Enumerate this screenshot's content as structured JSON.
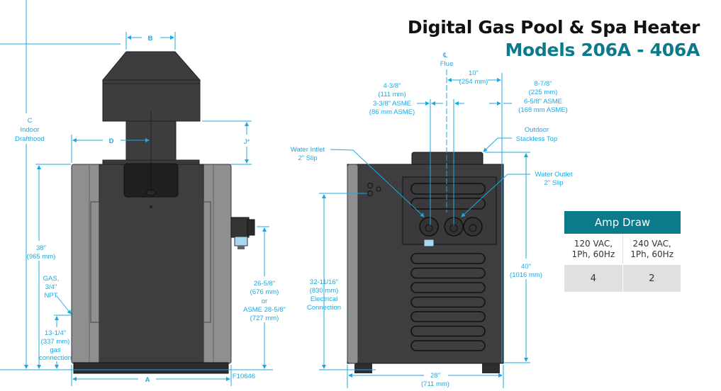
{
  "title": {
    "line1": "Digital Gas Pool & Spa Heater",
    "line2": "Models 206A - 406A"
  },
  "colors": {
    "dimension": "#1ba9e1",
    "brand_teal": "#0b7b8b",
    "heater_body": "#3e3e40",
    "heater_side": "#8e8f91"
  },
  "front_view": {
    "b_label": "B",
    "d_label": "D",
    "j_label": "J*",
    "a_label": "A",
    "c_label": [
      "C",
      "Indoor",
      "Drafthood"
    ],
    "height_38": [
      "38\"",
      "(965 mm)"
    ],
    "gas": [
      "GAS,",
      "3/4\"",
      "NPT"
    ],
    "gas_height": [
      "13-1/4\"",
      "(337 mm)",
      "gas",
      "connection"
    ],
    "valve_height": [
      "26-5/8\"",
      "(676 mm)",
      "or",
      "ASME 28-5/8\"",
      "(727 mm)"
    ],
    "figure_id": "F10646"
  },
  "side_view": {
    "flue": [
      "℄",
      "Flue"
    ],
    "flue_offset": [
      "10\"",
      "(254 mm)"
    ],
    "inlet_offset": [
      "4-3/8\"",
      "(111 mm)",
      "3-3/8\" ASME",
      "(86 mm ASME)"
    ],
    "outlet_offset": [
      "8-7/8\"",
      "(225 mm)",
      "6-5/8\" ASME",
      "(168 mm ASME)"
    ],
    "stackless": [
      "Outdoor",
      "Stackless Top"
    ],
    "water_inlet": [
      "Water Intlet",
      "2\" Slip"
    ],
    "water_outlet": [
      "Water Outlet",
      "2\" Slip"
    ],
    "height_40": [
      "40\"",
      "(1016 mm)"
    ],
    "electrical": [
      "32-11/16\"",
      "(830 mm)",
      "Electrical",
      "Connection"
    ],
    "width_28": [
      "28\"",
      "(711 mm)"
    ]
  },
  "amp_table": {
    "header": "Amp Draw",
    "columns": [
      {
        "line1": "120 VAC,",
        "line2": "1Ph, 60Hz",
        "value": "4"
      },
      {
        "line1": "240 VAC,",
        "line2": "1Ph, 60Hz",
        "value": "2"
      }
    ]
  }
}
